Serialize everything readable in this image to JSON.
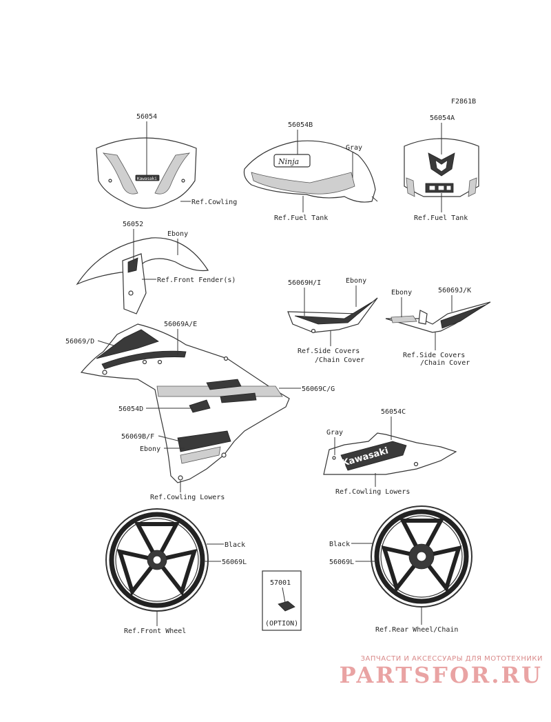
{
  "figure_code": "F2861B",
  "labels": {
    "p56054": "56054",
    "ref_cowling": "Ref.Cowling",
    "p56054B": "56054B",
    "gray_tank": "Gray",
    "ref_fuel_tank_1": "Ref.Fuel Tank",
    "p56054A": "56054A",
    "ref_fuel_tank_2": "Ref.Fuel Tank",
    "p56052": "56052",
    "ebony_fender": "Ebony",
    "ref_front_fender": "Ref.Front Fender(s)",
    "p56069HI": "56069H/I",
    "ebony_side_left": "Ebony",
    "ref_side_covers_1a": "Ref.Side Covers",
    "ref_side_covers_1b": "/Chain Cover",
    "ebony_side_right": "Ebony",
    "p56069JK": "56069J/K",
    "ref_side_covers_2a": "Ref.Side Covers",
    "ref_side_covers_2b": "/Chain Cover",
    "p56069AE": "56069A/E",
    "p56069D": "56069/D",
    "p56069CG": "56069C/G",
    "p56054D": "56054D",
    "p56069BF": "56069B/F",
    "ebony_cowl": "Ebony",
    "ref_cowling_lowers_1": "Ref.Cowling Lowers",
    "p56054C": "56054C",
    "gray_lower": "Gray",
    "ref_cowling_lowers_2": "Ref.Cowling Lowers",
    "black_front": "Black",
    "p56069L_front": "56069L",
    "ref_front_wheel": "Ref.Front Wheel",
    "p57001": "57001",
    "option": "(OPTION)",
    "black_rear": "Black",
    "p56069L_rear": "56069L",
    "ref_rear_wheel": "Ref.Rear Wheel/Chain"
  },
  "decal_text": {
    "kawasaki_small": "Kawasaki",
    "ninja": "Ninja",
    "kawasaki_lower": "Kawasaki"
  },
  "watermark": {
    "tagline": "ЗАПЧАСТИ И АКСЕССУАРЫ ДЛЯ МОТОТЕХНИКИ",
    "logo": "PARTSFOR.RU"
  },
  "colors": {
    "line": "#333333",
    "watermark": "#e9a3a3"
  }
}
